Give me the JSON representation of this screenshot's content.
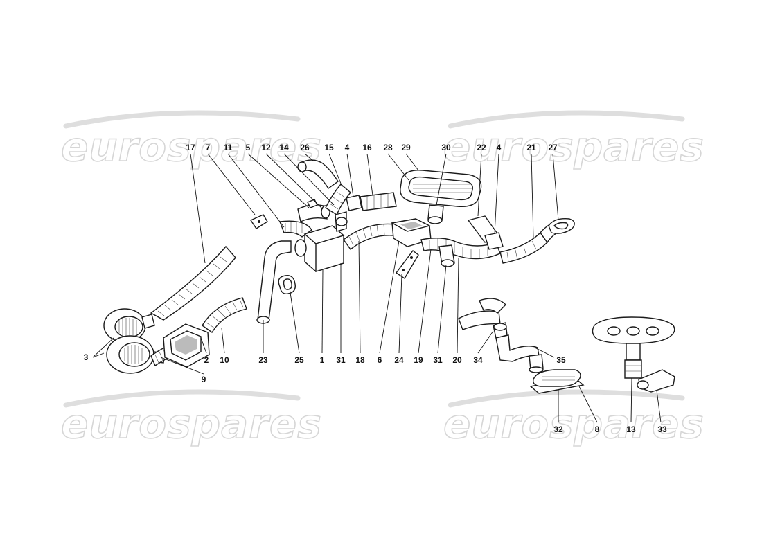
{
  "watermark": {
    "text": "eurospares",
    "placements": [
      {
        "name": "watermark-top-left"
      },
      {
        "name": "watermark-top-right"
      },
      {
        "name": "watermark-bottom-left"
      },
      {
        "name": "watermark-bottom-right"
      }
    ]
  },
  "callouts": [
    {
      "id": "17",
      "text": "17"
    },
    {
      "id": "7",
      "text": "7"
    },
    {
      "id": "11",
      "text": "11"
    },
    {
      "id": "5",
      "text": "5"
    },
    {
      "id": "12",
      "text": "12"
    },
    {
      "id": "14",
      "text": "14"
    },
    {
      "id": "26",
      "text": "26"
    },
    {
      "id": "15",
      "text": "15"
    },
    {
      "id": "4a",
      "text": "4"
    },
    {
      "id": "16",
      "text": "16"
    },
    {
      "id": "28",
      "text": "28"
    },
    {
      "id": "29",
      "text": "29"
    },
    {
      "id": "30",
      "text": "30"
    },
    {
      "id": "22",
      "text": "22"
    },
    {
      "id": "4b",
      "text": "4"
    },
    {
      "id": "21",
      "text": "21"
    },
    {
      "id": "27",
      "text": "27"
    },
    {
      "id": "3",
      "text": "3"
    },
    {
      "id": "2",
      "text": "2"
    },
    {
      "id": "10",
      "text": "10"
    },
    {
      "id": "9",
      "text": "9"
    },
    {
      "id": "23",
      "text": "23"
    },
    {
      "id": "25",
      "text": "25"
    },
    {
      "id": "1",
      "text": "1"
    },
    {
      "id": "31a",
      "text": "31"
    },
    {
      "id": "18",
      "text": "18"
    },
    {
      "id": "6",
      "text": "6"
    },
    {
      "id": "24",
      "text": "24"
    },
    {
      "id": "19",
      "text": "19"
    },
    {
      "id": "31b",
      "text": "31"
    },
    {
      "id": "20",
      "text": "20"
    },
    {
      "id": "34",
      "text": "34"
    },
    {
      "id": "35",
      "text": "35"
    },
    {
      "id": "32",
      "text": "32"
    },
    {
      "id": "8",
      "text": "8"
    },
    {
      "id": "13",
      "text": "13"
    },
    {
      "id": "33",
      "text": "33"
    }
  ]
}
